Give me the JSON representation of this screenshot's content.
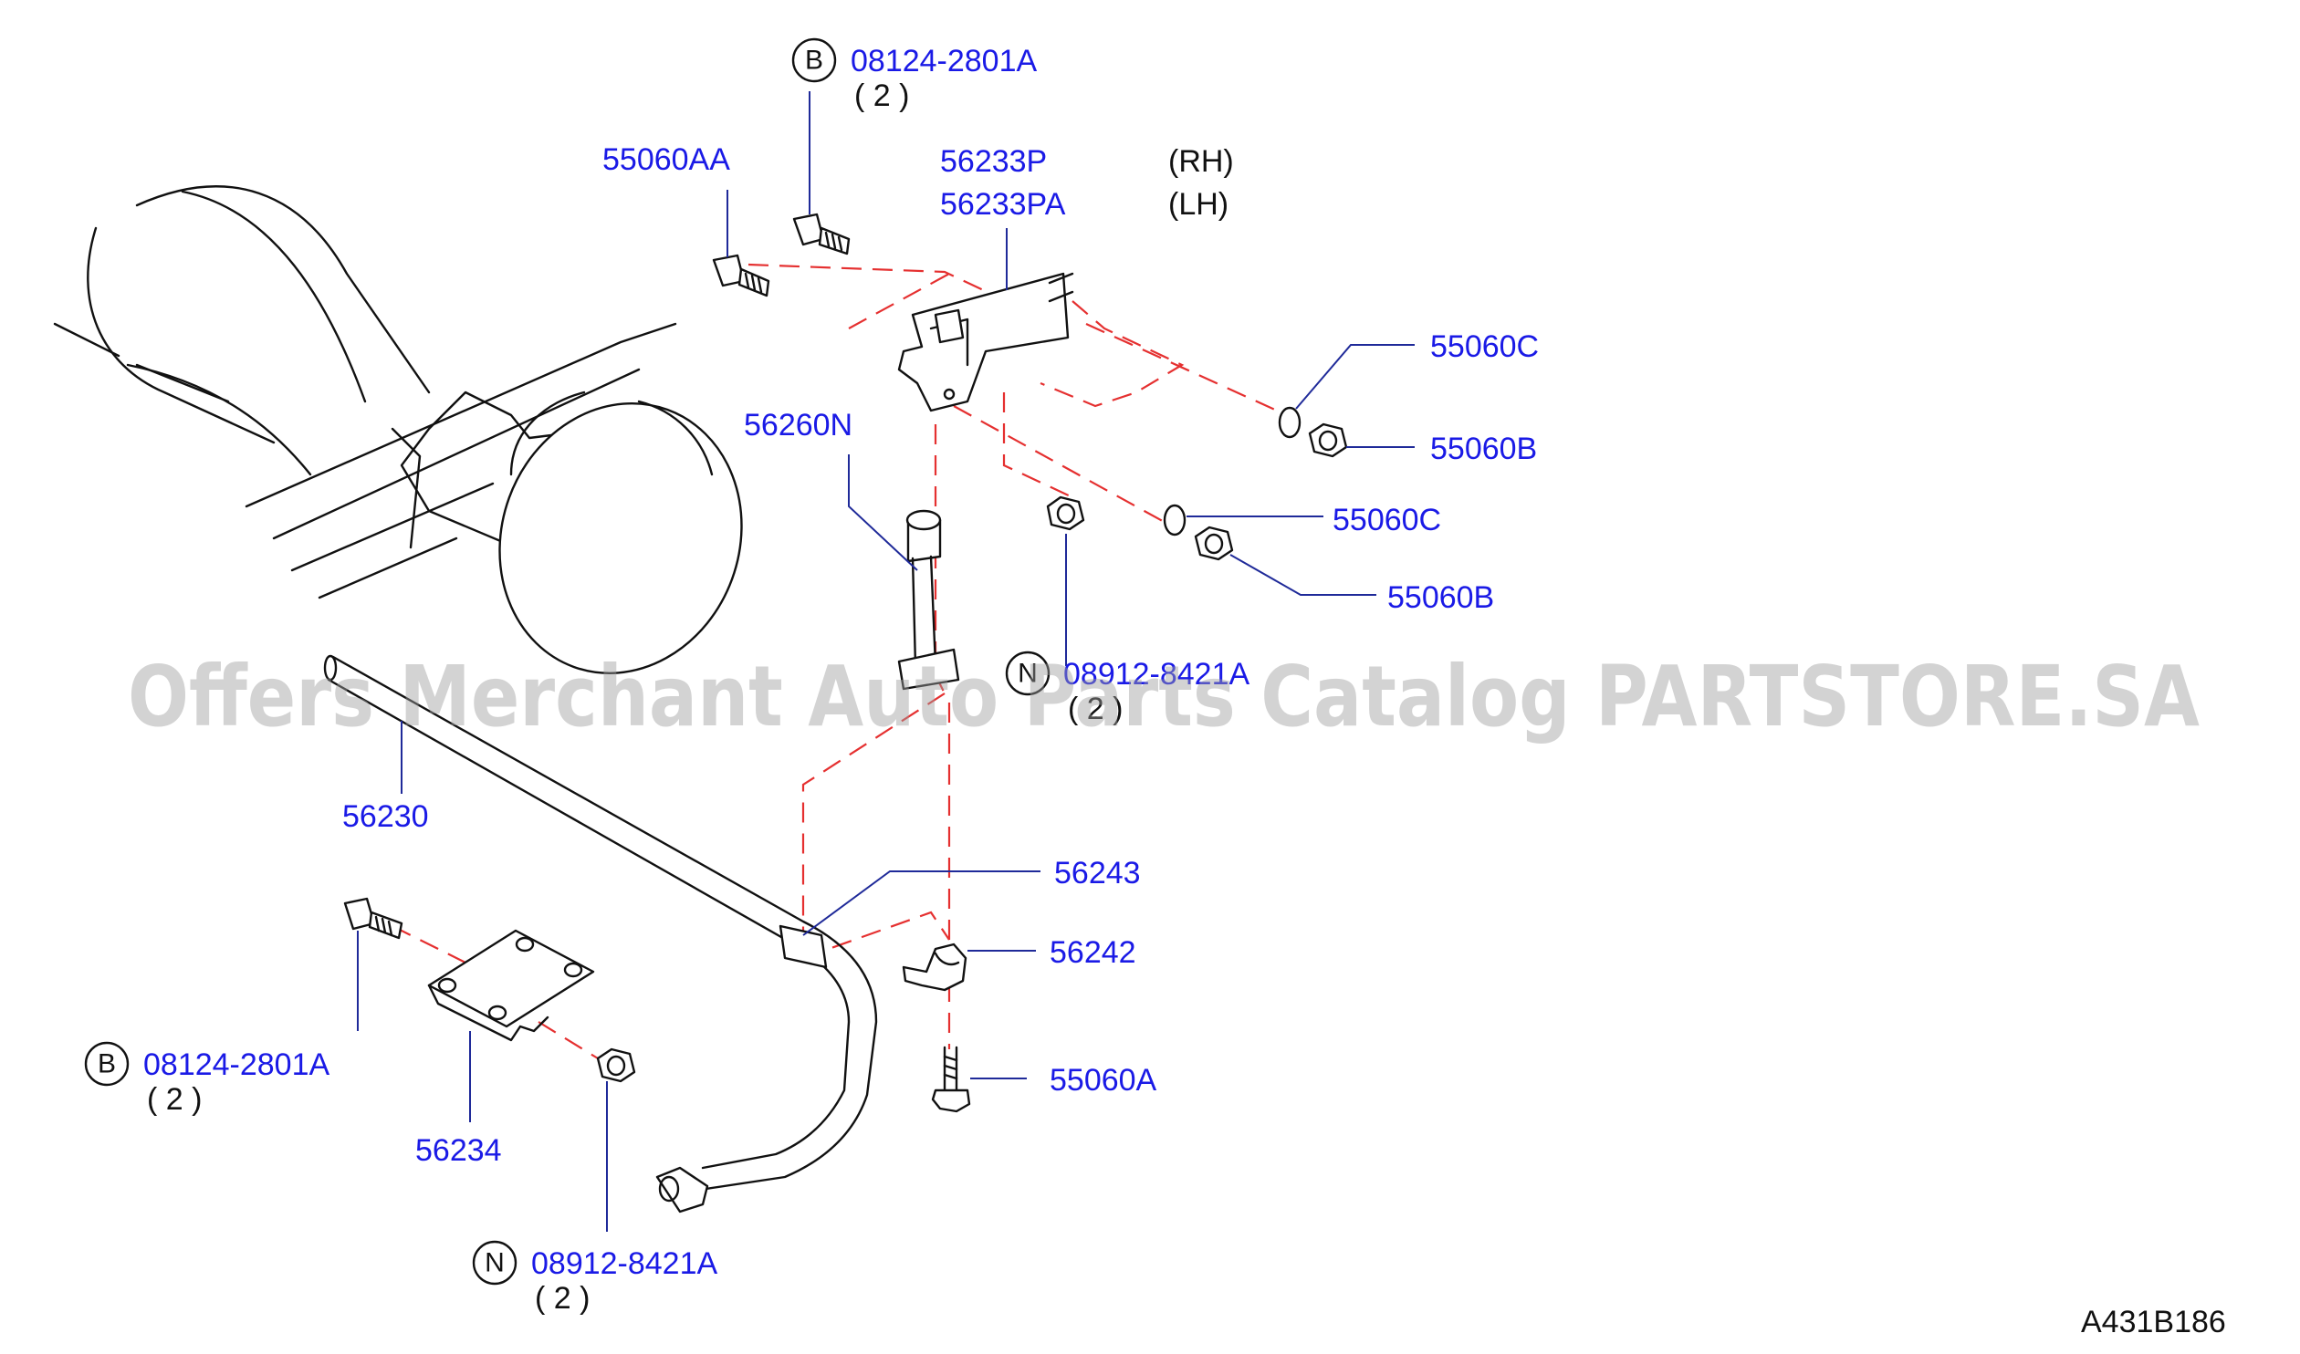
{
  "watermark": "Offers Merchant Auto Parts Catalog PARTSTORE.SA",
  "diagram_code": "A431B186",
  "callouts": {
    "b_top": {
      "marker": "B",
      "part": "08124-2801A",
      "qty": "( 2 )"
    },
    "p55060AA": {
      "part": "55060AA"
    },
    "p56233P": {
      "part": "56233P",
      "side": "(RH)"
    },
    "p56233PA": {
      "part": "56233PA",
      "side": "(LH)"
    },
    "p55060C_1": {
      "part": "55060C"
    },
    "p55060B_1": {
      "part": "55060B"
    },
    "p56260N": {
      "part": "56260N"
    },
    "p55060C_2": {
      "part": "55060C"
    },
    "p55060B_2": {
      "part": "55060B"
    },
    "n_mid": {
      "marker": "N",
      "part": "08912-8421A",
      "qty": "( 2 )"
    },
    "p56230": {
      "part": "56230"
    },
    "p56243": {
      "part": "56243"
    },
    "p56242": {
      "part": "56242"
    },
    "b_low": {
      "marker": "B",
      "part": "08124-2801A",
      "qty": "( 2 )"
    },
    "p55060A": {
      "part": "55060A"
    },
    "p56234": {
      "part": "56234"
    },
    "n_low": {
      "marker": "N",
      "part": "08912-8421A",
      "qty": "( 2 )"
    }
  },
  "colors": {
    "label": "#1a1ae6",
    "leader": "#1f2a99",
    "dashed": "#e53030",
    "line": "#111111",
    "watermark": "#9e9e9e"
  }
}
